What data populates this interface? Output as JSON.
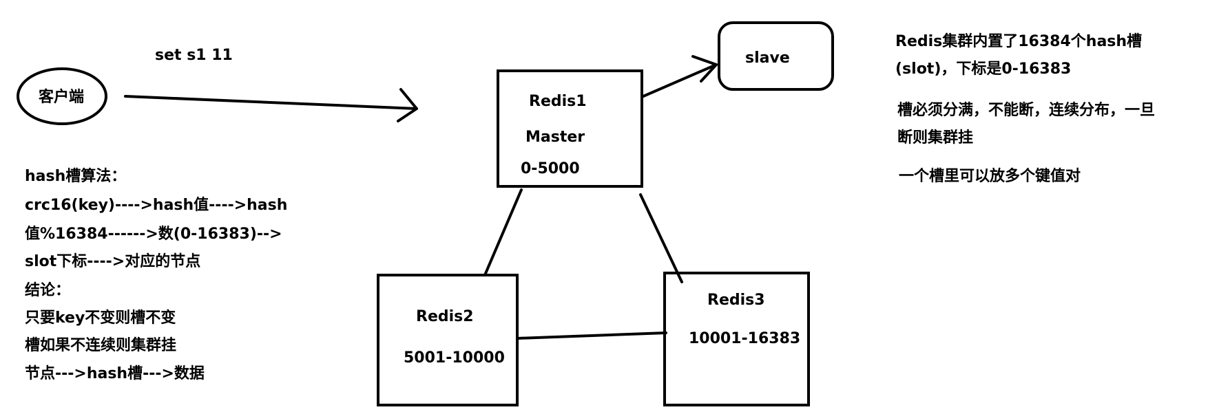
{
  "client": {
    "label": "客户端"
  },
  "command": {
    "text": "set s1 11"
  },
  "master": {
    "name": "Redis1",
    "role": "Master",
    "range": "0-5000"
  },
  "slave": {
    "label": "slave"
  },
  "node2": {
    "name": "Redis2",
    "range": "5001-10000"
  },
  "node3": {
    "name": "Redis3",
    "range": "10001-16383"
  },
  "algorithm_notes": {
    "lines": [
      "hash槽算法：",
      "crc16(key)---->hash值---->hash",
      "值%16384------>数(0-16383)-->",
      "slot下标---->对应的节点",
      "结论：",
      "只要key不变则槽不变",
      "槽如果不连续则集群挂",
      "节点--->hash槽--->数据"
    ]
  },
  "cluster_notes": {
    "line1": "Redis集群内置了16384个hash槽",
    "line2": "(slot)，下标是0-16383",
    "line3": "槽必须分满，不能断，连续分布，一旦",
    "line4": "断则集群挂",
    "line5": "一个槽里可以放多个键值对"
  }
}
